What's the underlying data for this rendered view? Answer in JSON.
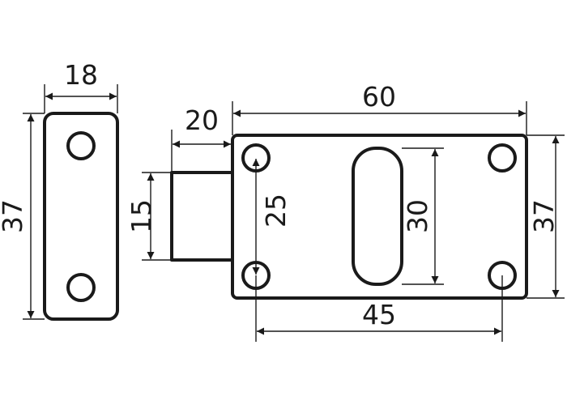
{
  "colors": {
    "line": "#1a1a1a",
    "background": "#ffffff"
  },
  "dimensions": {
    "strike_width": "18",
    "strike_height": "37",
    "bolt_extension": "20",
    "bolt_height": "15",
    "body_width": "60",
    "body_height": "37",
    "hole_spacing_vertical": "25",
    "slot_length": "30",
    "hole_spacing_horizontal": "45"
  }
}
